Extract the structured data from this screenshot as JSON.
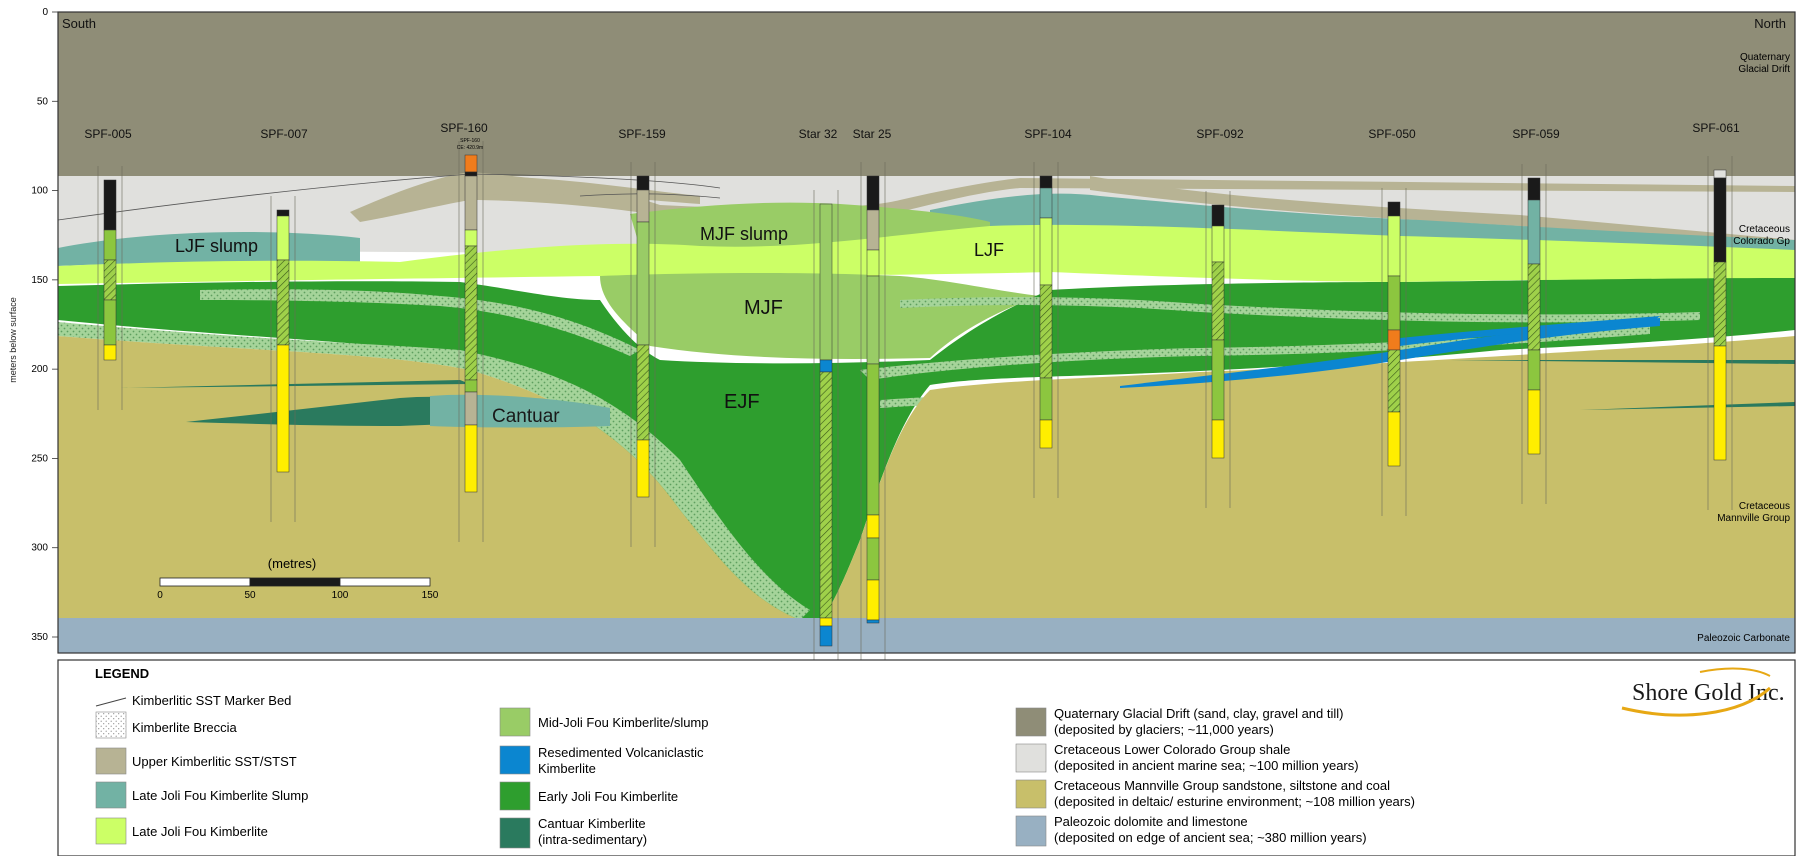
{
  "section": {
    "y_axis_label": "meters below surface",
    "depth_ticks": [
      "0",
      "50",
      "100",
      "150",
      "200",
      "250",
      "300",
      "350"
    ],
    "south_label": "South",
    "north_label": "North",
    "right_labels": {
      "quaternary": [
        "Quaternary",
        "Glacial Drift"
      ],
      "colorado": [
        "Cretaceous",
        "Colorado Gp"
      ],
      "mannville": [
        "Cretaceous",
        "Mannville Group"
      ],
      "paleozoic": "Paleozoic Carbonate"
    },
    "unit_labels": {
      "ljf_slump": "LJF slump",
      "mjf_slump": "MJF slump",
      "ljf": "LJF",
      "mjf": "MJF",
      "ejf": "EJF",
      "cantuar": "Cantuar"
    },
    "drillholes": [
      {
        "name": "SPF-005"
      },
      {
        "name": "SPF-007"
      },
      {
        "name": "SPF-160",
        "note1": "SPF-160",
        "note2": "CE: 420.9m"
      },
      {
        "name": "SPF-159"
      },
      {
        "name": "Star 32"
      },
      {
        "name": "Star 25"
      },
      {
        "name": "SPF-104"
      },
      {
        "name": "SPF-092"
      },
      {
        "name": "SPF-050"
      },
      {
        "name": "SPF-059"
      },
      {
        "name": "SPF-061"
      }
    ],
    "scale_bar": {
      "title": "(metres)",
      "ticks": [
        "0",
        "50",
        "100",
        "150"
      ]
    }
  },
  "legend": {
    "title": "LEGEND",
    "col1": [
      {
        "label": "Kimberlitic SST Marker Bed"
      },
      {
        "label": "Kimberlite Breccia"
      },
      {
        "label": "Upper Kimberlitic SST/STST",
        "color": "#b7b394"
      },
      {
        "label": "Late Joli Fou Kimberlite Slump",
        "color": "#72b2a4"
      },
      {
        "label": "Late Joli Fou Kimberlite",
        "color": "#ccff66"
      }
    ],
    "col2": [
      {
        "lines": [
          "Mid-Joli Fou Kimberlite/slump"
        ],
        "color": "#99cc66"
      },
      {
        "lines": [
          "Resedimented Volcaniclastic",
          "Kimberlite"
        ],
        "color": "#0b86d0"
      },
      {
        "lines": [
          "Early Joli Fou Kimberlite"
        ],
        "color": "#2e9e2e"
      },
      {
        "lines": [
          "Cantuar Kimberlite",
          "(intra-sedimentary)"
        ],
        "color": "#2a7a5e"
      }
    ],
    "col3": [
      {
        "lines": [
          "Quaternary Glacial Drift (sand, clay, gravel and till)",
          "(deposited by glaciers; ~11,000 years)"
        ],
        "color": "#8f8d77"
      },
      {
        "lines": [
          "Cretaceous Lower Colorado Group shale",
          "(deposited in ancient marine sea; ~100 million years)"
        ],
        "color": "#e0e0dd"
      },
      {
        "lines": [
          "Cretaceous Mannville Group sandstone, siltstone and coal",
          "(deposited in deltaic/ esturine environment; ~108 million years)"
        ],
        "color": "#c8bf6a"
      },
      {
        "lines": [
          "Paleozoic dolomite and limestone",
          "(deposited on edge of ancient sea; ~380 million years)"
        ],
        "color": "#98b0c2"
      }
    ]
  },
  "logo": {
    "text": "Shore Gold Inc."
  },
  "colors": {
    "quaternary": "#8f8d77",
    "colorado": "#e0e0dd",
    "mannville": "#c8bf6a",
    "paleozoic": "#98b0c2",
    "upper_sst": "#b7b394",
    "ljf_slump": "#72b2a4",
    "ljf": "#ccff66",
    "mjf": "#99cc66",
    "ejf": "#2e9e2e",
    "rvk": "#0b86d0",
    "cantuar": "#2a7a5e",
    "breccia": "#8dc58d",
    "drill_green": "#8cc63f",
    "drill_yellow": "#ffee00",
    "drill_black": "#1a1a1a",
    "drill_orange": "#f07c1c"
  }
}
